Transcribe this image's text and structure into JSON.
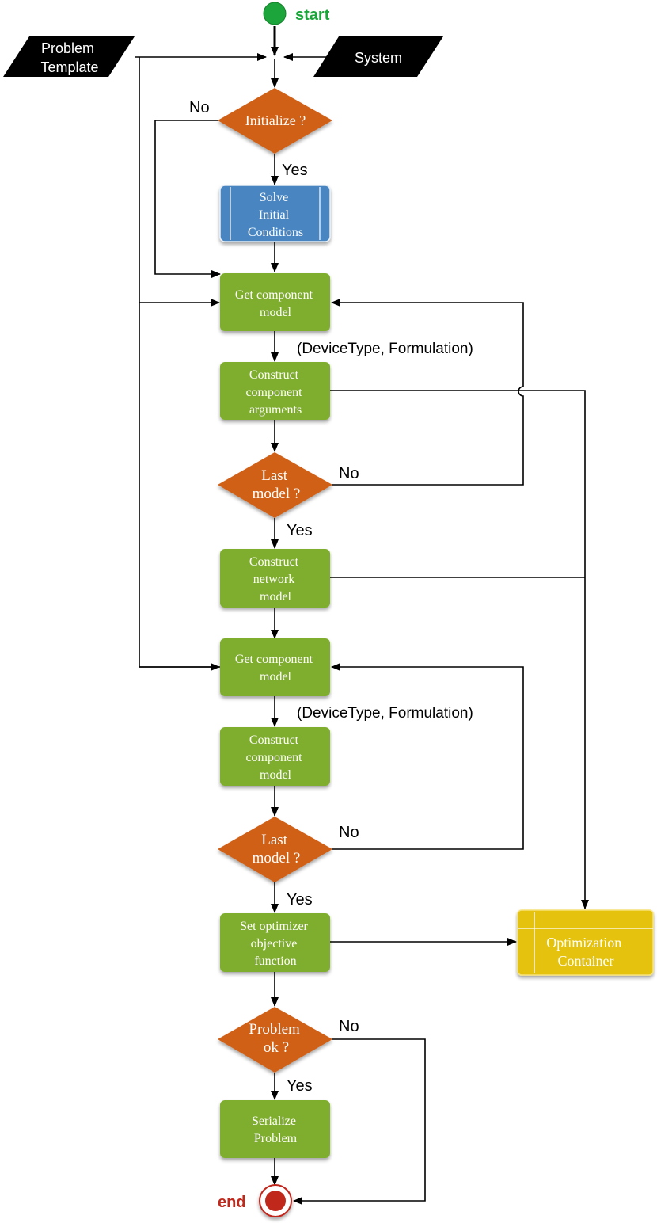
{
  "start_label": "start",
  "end_label": "end",
  "inputs": {
    "problem_template": [
      "Problem",
      "Template"
    ],
    "system": [
      "System"
    ]
  },
  "decisions": {
    "initialize": {
      "lines": [
        "Initialize ?"
      ],
      "no_label": "No",
      "yes_label": "Yes"
    },
    "last_model_1": {
      "lines": [
        "Last",
        "model ?"
      ],
      "no_label": "No",
      "yes_label": "Yes"
    },
    "last_model_2": {
      "lines": [
        "Last",
        "model ?"
      ],
      "no_label": "No",
      "yes_label": "Yes"
    },
    "problem_ok": {
      "lines": [
        "Problem",
        "ok ?"
      ],
      "no_label": "No",
      "yes_label": "Yes"
    }
  },
  "processes": {
    "solve_initial_conditions": [
      "Solve",
      "Initial",
      "Conditions"
    ],
    "get_component_model_1": [
      "Get component",
      "model"
    ],
    "construct_component_arguments": [
      "Construct",
      "component",
      "arguments"
    ],
    "construct_network_model": [
      "Construct",
      "network",
      "model"
    ],
    "get_component_model_2": [
      "Get component",
      "model"
    ],
    "construct_component_model": [
      "Construct",
      "component",
      "model"
    ],
    "set_optimizer_objective": [
      "Set optimizer",
      "objective",
      "function"
    ],
    "serialize_problem": [
      "Serialize",
      "Problem"
    ]
  },
  "storage": {
    "optimization_container": [
      "Optimization",
      "Container"
    ]
  },
  "annotations": {
    "devicetype_formulation_1": "(DeviceType, Formulation)",
    "devicetype_formulation_2": "(DeviceType, Formulation)"
  },
  "colors": {
    "start_green": "#1ca53a",
    "end_red": "#c0281b",
    "decision_orange": "#cf6019",
    "process_green": "#7fad2e",
    "subprocess_blue": "#4a86c1",
    "storage_yellow": "#e4c20b",
    "input_black": "#000000"
  }
}
